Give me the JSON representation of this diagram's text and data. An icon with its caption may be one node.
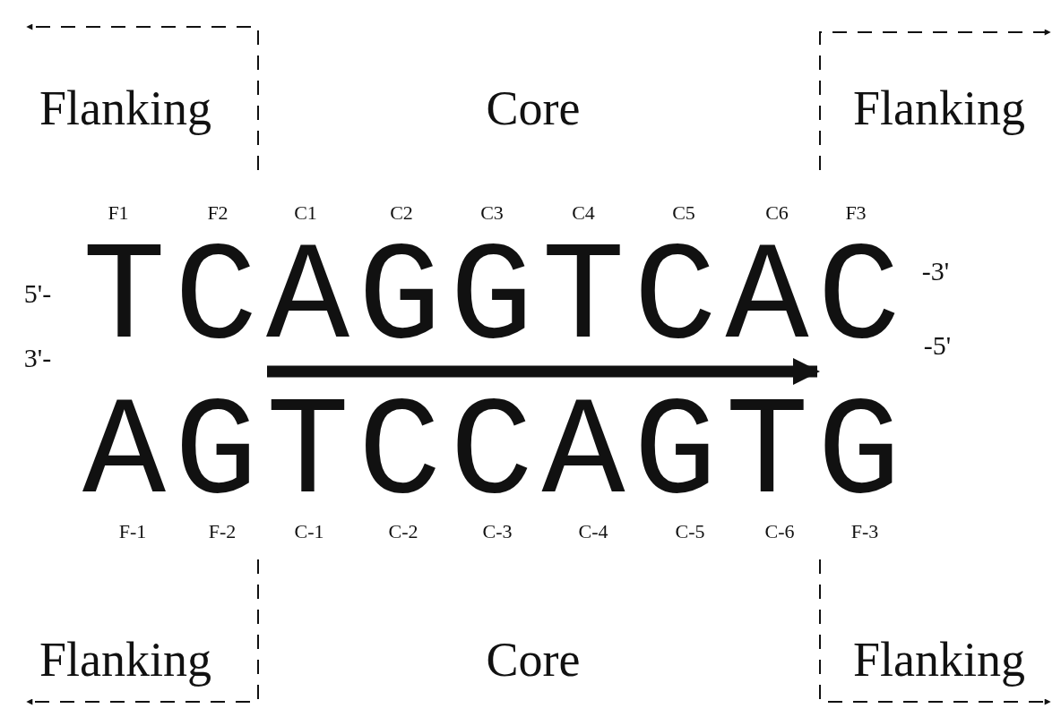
{
  "diagram": {
    "labels": [
      "Flanking",
      "Core",
      "Flanking",
      "F1",
      "F2",
      "C1",
      "C2",
      "C3",
      "C4",
      "C5",
      "C6",
      "F3",
      "5'-",
      "TCAGGTCAC",
      "-3'",
      "3'-",
      "AGTCCAGTG",
      "-5'",
      "F-1",
      "F-2",
      "C-1",
      "C-2",
      "C-3",
      "C-4",
      "C-5",
      "C-6",
      "F-3",
      "Flanking",
      "Core",
      "Flanking"
    ]
  }
}
